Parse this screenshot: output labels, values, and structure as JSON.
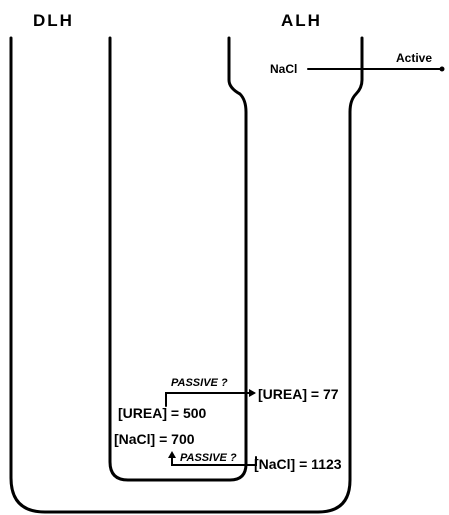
{
  "labels": {
    "dlh": "DLH",
    "alh": "ALH",
    "nacl_top": "NaCl",
    "active": "Active",
    "passive_top": "PASSIVE ?",
    "passive_bottom": "PASSIVE ?",
    "urea_left": "[UREA] = 500",
    "urea_right": "[UREA] = 77",
    "nacl_left": "[NaCl] = 700",
    "nacl_right": "[NaCl] = 1123"
  }
}
